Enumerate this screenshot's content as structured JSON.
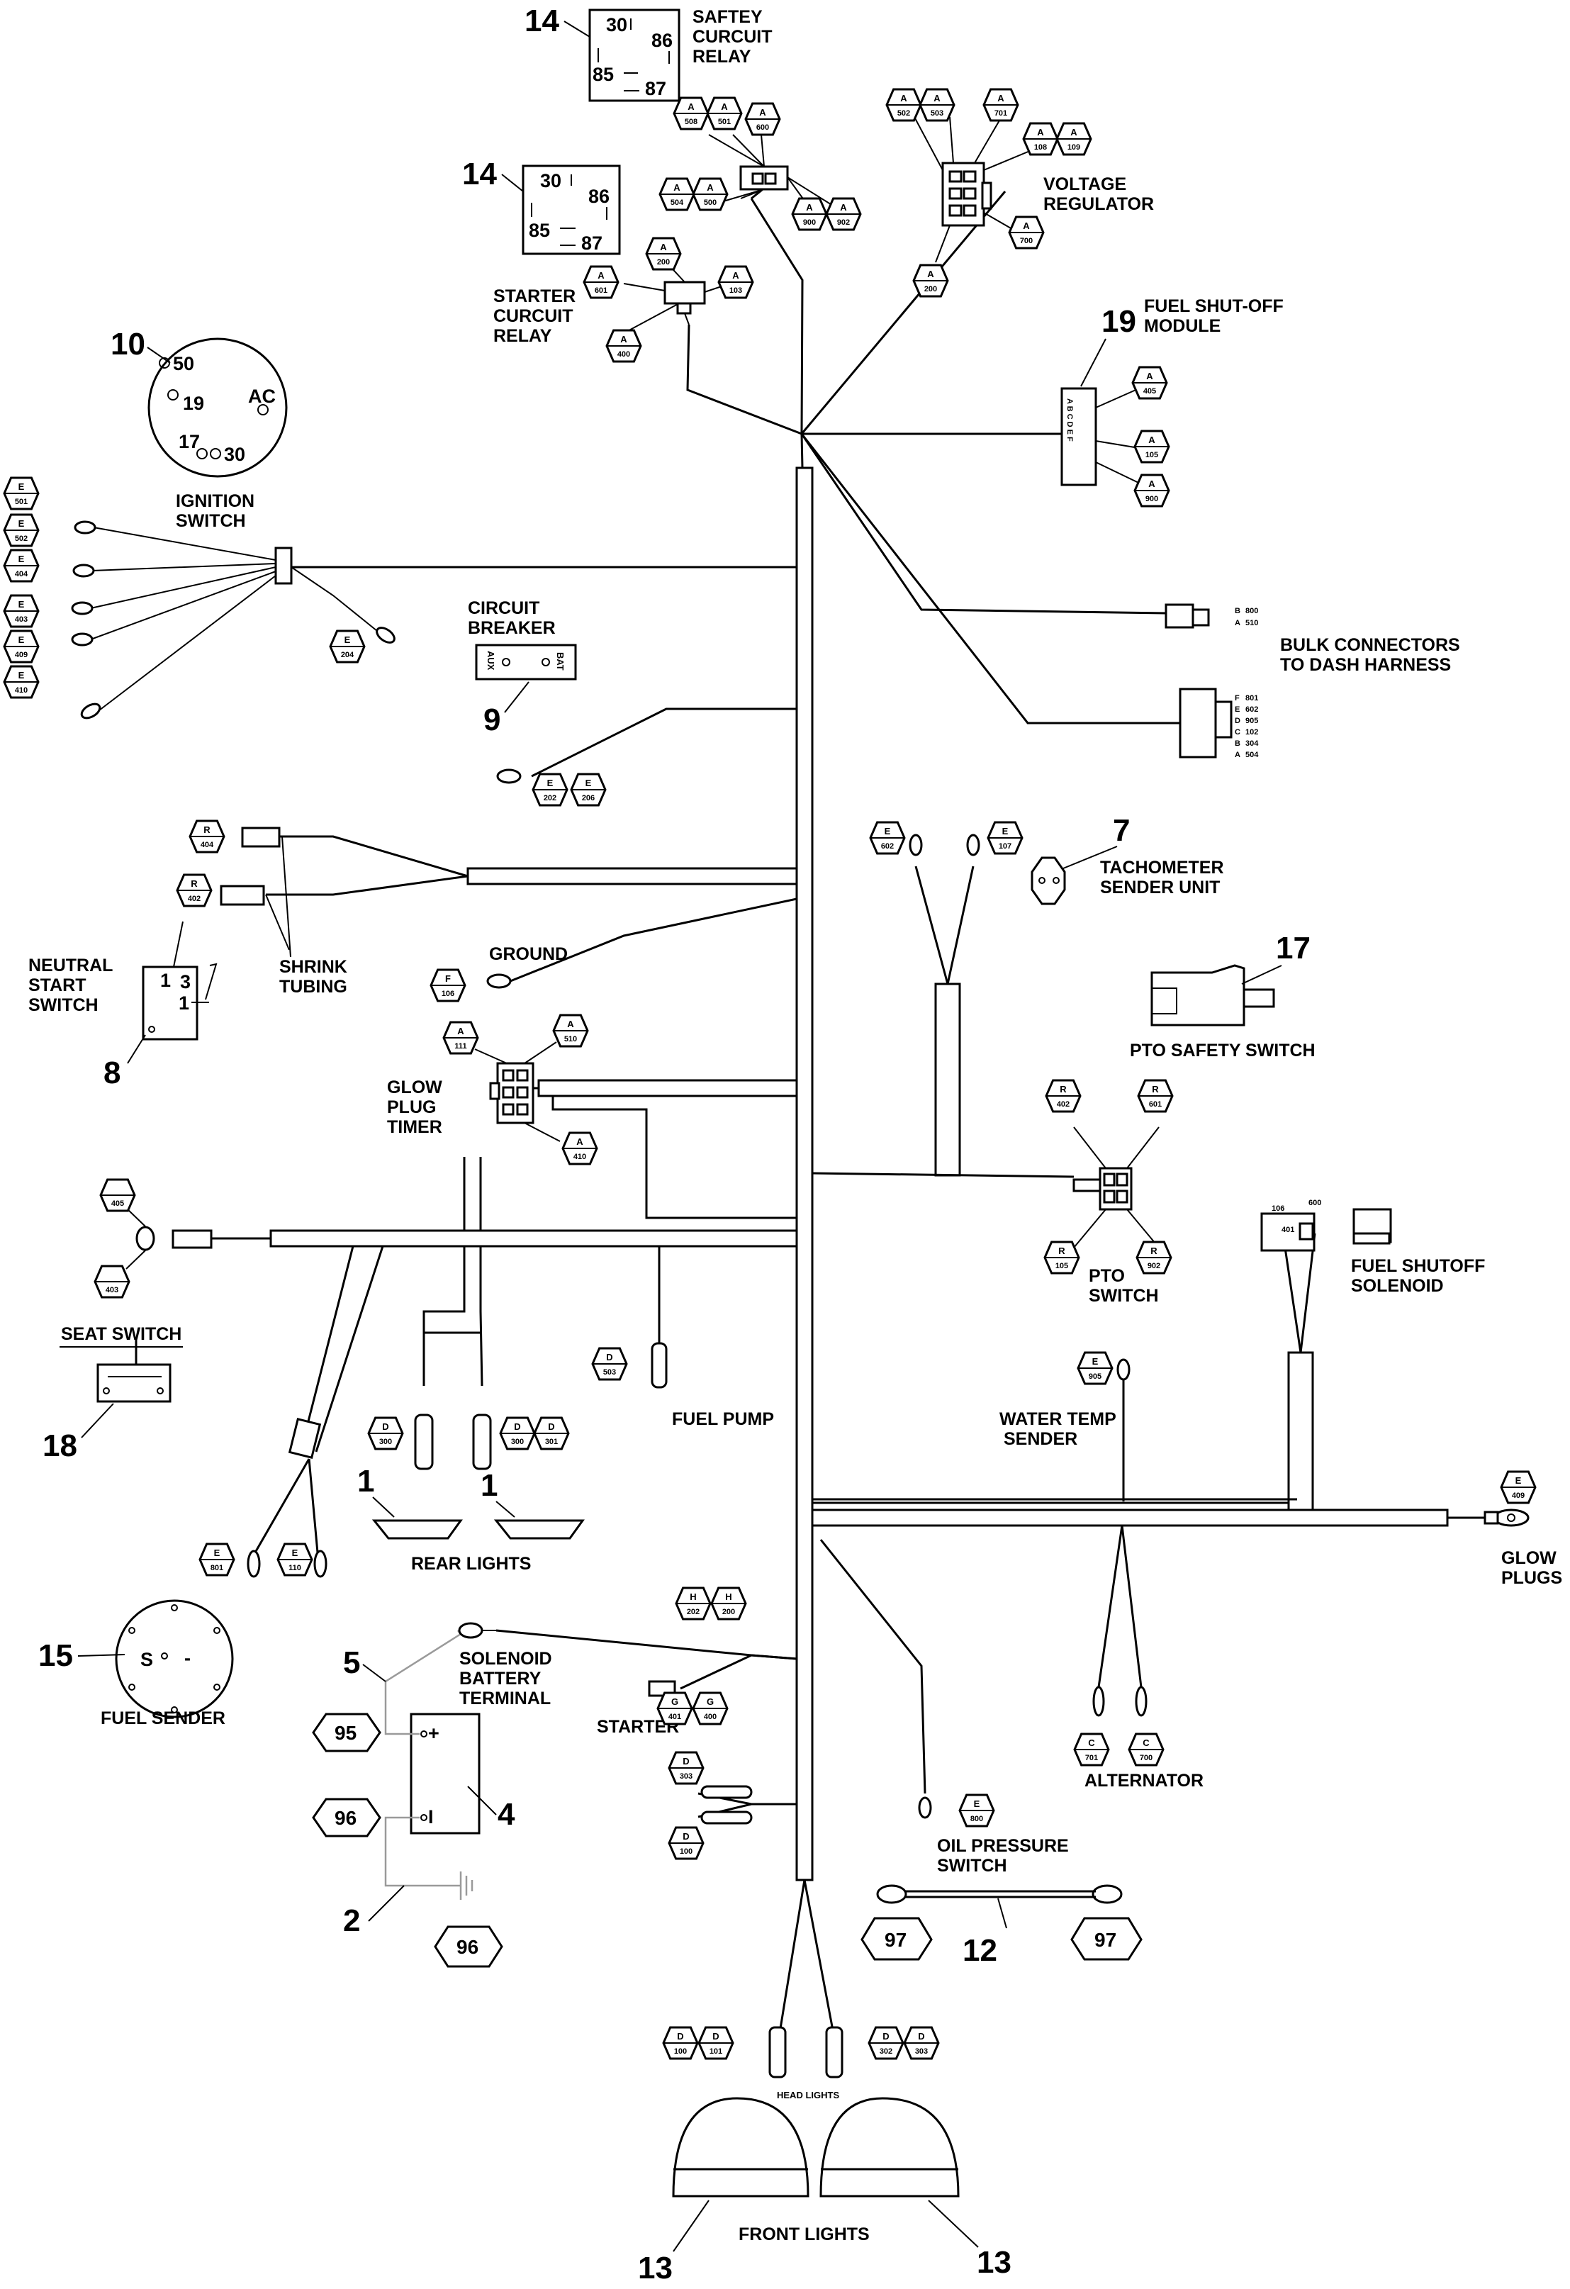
{
  "labels": {
    "saftey_relay": [
      "SAFTEY",
      "CURCUIT",
      "RELAY"
    ],
    "starter_relay": [
      "STARTER",
      "CURCUIT",
      "RELAY"
    ],
    "voltage_regulator": [
      "VOLTAGE",
      "REGULATOR"
    ],
    "fuel_shutoff_module": [
      "FUEL SHUT-OFF",
      "MODULE"
    ],
    "ignition_switch": [
      "IGNITION",
      "SWITCH"
    ],
    "circuit_breaker": [
      "CIRCUIT",
      "BREAKER"
    ],
    "bulk_connectors": [
      "BULK CONNECTORS",
      "TO DASH HARNESS"
    ],
    "tachometer": [
      "TACHOMETER",
      "SENDER UNIT"
    ],
    "neutral_start": [
      "NEUTRAL",
      "START",
      "SWITCH"
    ],
    "shrink_tubing": [
      "SHRINK",
      "TUBING"
    ],
    "ground": "GROUND",
    "pto_safety_switch": "PTO SAFETY SWITCH",
    "glow_plug_timer": [
      "GLOW",
      "PLUG",
      "TIMER"
    ],
    "pto_switch": [
      "PTO",
      "SWITCH"
    ],
    "fuel_shutoff_solenoid": [
      "FUEL SHUTOFF",
      "SOLENOID"
    ],
    "seat_switch": "SEAT SWITCH",
    "fuel_pump": "FUEL PUMP",
    "water_temp": [
      "WATER TEMP",
      "SENDER"
    ],
    "rear_lights": "REAR LIGHTS",
    "glow_plugs": [
      "GLOW",
      "PLUGS"
    ],
    "fuel_sender": "FUEL SENDER",
    "solenoid_battery": [
      "SOLENOID",
      "BATTERY",
      "TERMINAL"
    ],
    "starter": "STARTER",
    "alternator": "ALTERNATOR",
    "oil_pressure": [
      "OIL PRESSURE",
      "SWITCH"
    ],
    "head_lights": "HEAD LIGHTS",
    "front_lights": "FRONT LIGHTS"
  },
  "relay_terminals": {
    "t30": "30",
    "t86": "86",
    "t85": "85",
    "t87": "87"
  },
  "ignition_terminals": {
    "t50": "50",
    "t19": "19",
    "tAC": "AC",
    "t17": "17",
    "t30": "30"
  },
  "breaker_terminals": {
    "aux": "AUX",
    "bat": "BAT"
  },
  "module_letters": "A B C D E F",
  "battery_terminals": {
    "pos": "+",
    "neg": "I"
  },
  "sender_terminals": {
    "s": "S",
    "minus": "-"
  },
  "bulk_pins_upper": [
    {
      "letter": "B",
      "wire": "800"
    },
    {
      "letter": "A",
      "wire": "510"
    }
  ],
  "bulk_pins_lower": [
    {
      "letter": "F",
      "wire": "801"
    },
    {
      "letter": "E",
      "wire": "602"
    },
    {
      "letter": "D",
      "wire": "905"
    },
    {
      "letter": "C",
      "wire": "102"
    },
    {
      "letter": "B",
      "wire": "304"
    },
    {
      "letter": "A",
      "wire": "504"
    }
  ],
  "callout_numbers": {
    "n14a": "14",
    "n14b": "14",
    "n10": "10",
    "n19": "19",
    "n9": "9",
    "n7": "7",
    "n17": "17",
    "n8": "8",
    "n18": "18",
    "n1a": "1",
    "n1b": "1",
    "n15": "15",
    "n5": "5",
    "n4": "4",
    "n2": "2",
    "n12": "12",
    "n13a": "13",
    "n13b": "13"
  },
  "big_tags": {
    "b95": "95",
    "b96a": "96",
    "b96b": "96",
    "b97a": "97",
    "b97b": "97"
  },
  "wire_tags": [
    {
      "l": "A",
      "n": "508"
    },
    {
      "l": "A",
      "n": "501"
    },
    {
      "l": "A",
      "n": "600"
    },
    {
      "l": "A",
      "n": "504"
    },
    {
      "l": "A",
      "n": "500"
    },
    {
      "l": "A",
      "n": "900"
    },
    {
      "l": "A",
      "n": "902"
    },
    {
      "l": "A",
      "n": "502"
    },
    {
      "l": "A",
      "n": "503"
    },
    {
      "l": "A",
      "n": "701"
    },
    {
      "l": "A",
      "n": "108"
    },
    {
      "l": "A",
      "n": "109"
    },
    {
      "l": "A",
      "n": "700"
    },
    {
      "l": "A",
      "n": "200"
    },
    {
      "l": "A",
      "n": "200"
    },
    {
      "l": "A",
      "n": "601"
    },
    {
      "l": "A",
      "n": "103"
    },
    {
      "l": "A",
      "n": "400"
    },
    {
      "l": "A",
      "n": "405"
    },
    {
      "l": "A",
      "n": "105"
    },
    {
      "l": "A",
      "n": "900"
    },
    {
      "l": "E",
      "n": "501"
    },
    {
      "l": "E",
      "n": "502"
    },
    {
      "l": "E",
      "n": "404"
    },
    {
      "l": "E",
      "n": "403"
    },
    {
      "l": "E",
      "n": "409"
    },
    {
      "l": "E",
      "n": "410"
    },
    {
      "l": "E",
      "n": "204"
    },
    {
      "l": "E",
      "n": "202"
    },
    {
      "l": "E",
      "n": "206"
    },
    {
      "l": "R",
      "n": "404"
    },
    {
      "l": "R",
      "n": "402"
    },
    {
      "l": "F",
      "n": "106"
    },
    {
      "l": "A",
      "n": "111"
    },
    {
      "l": "A",
      "n": "510"
    },
    {
      "l": "A",
      "n": "410"
    },
    {
      "l": "E",
      "n": "602"
    },
    {
      "l": "E",
      "n": "107"
    },
    {
      "l": "R",
      "n": "402"
    },
    {
      "l": "R",
      "n": "601"
    },
    {
      "l": "R",
      "n": "105"
    },
    {
      "l": "R",
      "n": "902"
    },
    {
      "l": "",
      "n": "405"
    },
    {
      "l": "",
      "n": "403"
    },
    {
      "l": "D",
      "n": "503"
    },
    {
      "l": "D",
      "n": "300"
    },
    {
      "l": "D",
      "n": "300"
    },
    {
      "l": "D",
      "n": "301"
    },
    {
      "l": "E",
      "n": "905"
    },
    {
      "l": "E",
      "n": "409"
    },
    {
      "l": "E",
      "n": "801"
    },
    {
      "l": "E",
      "n": "110"
    },
    {
      "l": "H",
      "n": "202"
    },
    {
      "l": "H",
      "n": "200"
    },
    {
      "l": "G",
      "n": "401"
    },
    {
      "l": "G",
      "n": "400"
    },
    {
      "l": "D",
      "n": "303"
    },
    {
      "l": "D",
      "n": "100"
    },
    {
      "l": "E",
      "n": "800"
    },
    {
      "l": "C",
      "n": "701"
    },
    {
      "l": "C",
      "n": "700"
    },
    {
      "l": "D",
      "n": "100"
    },
    {
      "l": "D",
      "n": "101"
    },
    {
      "l": "D",
      "n": "302"
    },
    {
      "l": "D",
      "n": "303"
    }
  ],
  "solenoid_small": {
    "a": "106",
    "b": "600",
    "c": "401"
  }
}
